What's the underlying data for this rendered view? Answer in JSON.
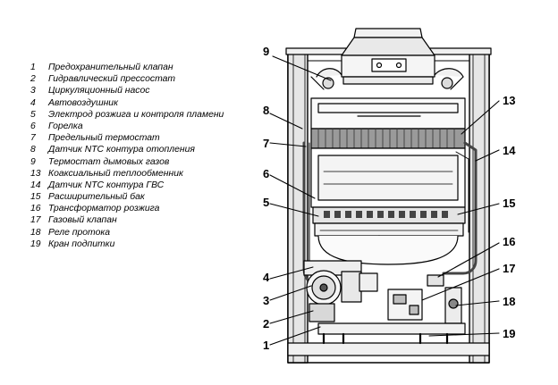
{
  "legend": [
    {
      "num": "1",
      "text": "Предохранительный клапан"
    },
    {
      "num": "2",
      "text": "Гидравлический прессостат"
    },
    {
      "num": "3",
      "text": "Циркуляционный насос"
    },
    {
      "num": "4",
      "text": "Автовоздушник"
    },
    {
      "num": "5",
      "text": "Электрод розжига и контроля пламени"
    },
    {
      "num": "6",
      "text": "Горелка"
    },
    {
      "num": "7",
      "text": "Предельный термостат"
    },
    {
      "num": "8",
      "text": "Датчик NTC контура отопления"
    },
    {
      "num": "9",
      "text": "Термостат дымовых газов"
    },
    {
      "num": "13",
      "text": "Коаксиальный  теплообменник"
    },
    {
      "num": "14",
      "text": "Датчик NTC контура ГВС"
    },
    {
      "num": "15",
      "text": "Расширительный бак"
    },
    {
      "num": "16",
      "text": "Трансформатор розжига"
    },
    {
      "num": "17",
      "text": "Газовый клапан"
    },
    {
      "num": "18",
      "text": "Реле протока"
    },
    {
      "num": "19",
      "text": "Кран подпитки"
    }
  ],
  "callouts": {
    "c9": "9",
    "c8": "8",
    "c7": "7",
    "c6": "6",
    "c5": "5",
    "c4": "4",
    "c3": "3",
    "c2": "2",
    "c1": "1",
    "c13": "13",
    "c14": "14",
    "c15": "15",
    "c16": "16",
    "c17": "17",
    "c18": "18",
    "c19": "19"
  }
}
